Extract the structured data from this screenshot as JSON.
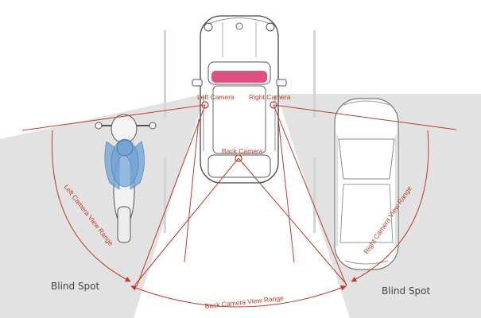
{
  "labels": {
    "left_camera": "Left Camera",
    "right_camera": "Right Camera",
    "back_camera": "Back Camera",
    "left_range": "Left Camera View Range",
    "right_range": "Right Camera View Range",
    "back_range": "Back Camera View Range",
    "blind_spot_left": "Blind Spot",
    "blind_spot_right": "Blind Spot"
  },
  "colors": {
    "range_line": "#c0392b",
    "blind_zone": "#e2e2e2",
    "vehicle_outline": "#555555",
    "rear_light": "#d6336c",
    "rider": "#6fa3d6"
  },
  "icons": [
    "car-top-view-icon",
    "motorcycle-icon",
    "parked-car-icon"
  ]
}
